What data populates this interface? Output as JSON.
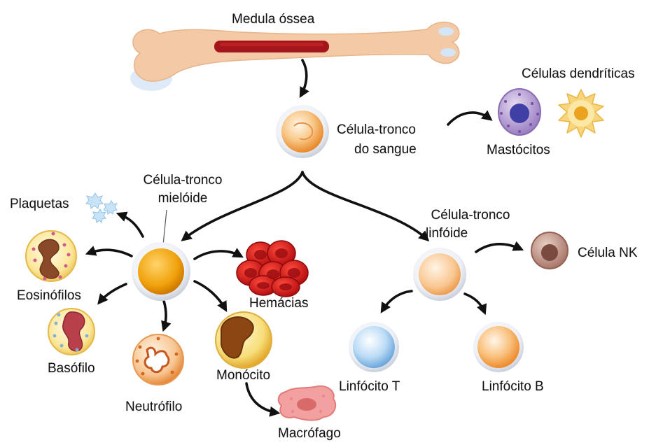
{
  "labels": {
    "bone_marrow": "Medula óssea",
    "stem_cell_line1": "Célula-tronco",
    "stem_cell_line2": "do sangue",
    "dendritic": "Células dendríticas",
    "mast": "Mastócitos",
    "myeloid_line1": "Célula-tronco",
    "myeloid_line2": "mielóide",
    "lymphoid_line1": "Célula-tronco",
    "lymphoid_line2": "linfóide",
    "platelets": "Plaquetas",
    "eosinophils": "Eosinófilos",
    "basophil": "Basófilo",
    "neutrophil": "Neutrófilo",
    "monocyte": "Monócito",
    "macrophage": "Macrófago",
    "red_cells": "Hemácias",
    "nk_cell": "Célula NK",
    "t_cell": "Linfócito T",
    "b_cell": "Linfócito B"
  },
  "colors": {
    "bone": "#f4caa6",
    "marrow": "#a4161b",
    "myeloid": "#f2a20f",
    "red_blood_cell": "#d11b1b",
    "t_lymphocyte": "#9ec9ee",
    "b_lymphocyte": "#f6b46e",
    "nk": "#a9776a",
    "mast": "#7c5aa8",
    "dendritic": "#f3c65c"
  }
}
